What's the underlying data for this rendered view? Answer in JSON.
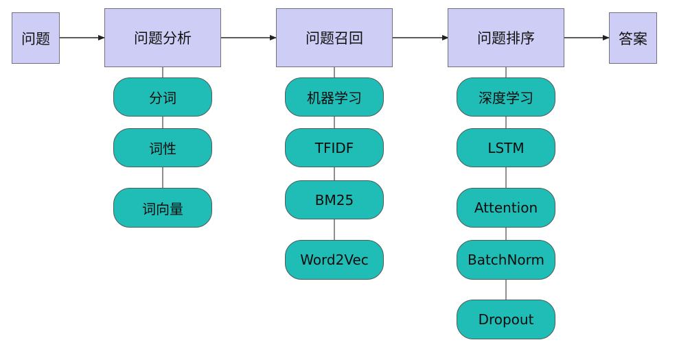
{
  "input": "问题",
  "stages": [
    {
      "title": "问题分析",
      "items": [
        "分词",
        "词性",
        "词向量"
      ]
    },
    {
      "title": "问题召回",
      "items": [
        "机器学习",
        "TFIDF",
        "BM25",
        "Word2Vec"
      ]
    },
    {
      "title": "问题排序",
      "items": [
        "深度学习",
        "LSTM",
        "Attention",
        "BatchNorm",
        "Dropout"
      ]
    }
  ],
  "output": "答案",
  "colors": {
    "stage_fill": "#cdcdf5",
    "item_fill": "#20bdb6",
    "line": "#222222"
  }
}
